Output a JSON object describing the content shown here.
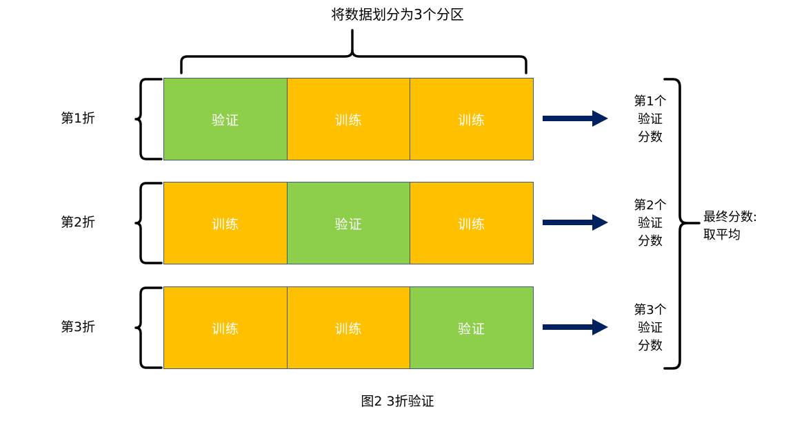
{
  "diagram": {
    "title": "将数据划分为3个分区",
    "caption": "图2 3折验证",
    "colors": {
      "validation_fill": "#8DCE4B",
      "train_fill": "#FFC000",
      "cell_border": "#41587C",
      "arrow": "#002060",
      "brace": "#000000",
      "background": "#FFFFFF",
      "cell_text": "#FFFFFF"
    },
    "legend_terms": {
      "validation": "验证",
      "train": "训练"
    },
    "folds": [
      {
        "fold_label": "第1折",
        "cells": [
          {
            "role": "validation",
            "label": "验证"
          },
          {
            "role": "train",
            "label": "训练"
          },
          {
            "role": "train",
            "label": "训练"
          }
        ],
        "score_lines": [
          "第1个",
          "验证",
          "分数"
        ]
      },
      {
        "fold_label": "第2折",
        "cells": [
          {
            "role": "train",
            "label": "训练"
          },
          {
            "role": "validation",
            "label": "验证"
          },
          {
            "role": "train",
            "label": "训练"
          }
        ],
        "score_lines": [
          "第2个",
          "验证",
          "分数"
        ]
      },
      {
        "fold_label": "第3折",
        "cells": [
          {
            "role": "train",
            "label": "训练"
          },
          {
            "role": "train",
            "label": "训练"
          },
          {
            "role": "validation",
            "label": "验证"
          }
        ],
        "score_lines": [
          "第3个",
          "验证",
          "分数"
        ]
      }
    ],
    "final": {
      "line1": "最终分数:",
      "line2": "取平均"
    }
  }
}
